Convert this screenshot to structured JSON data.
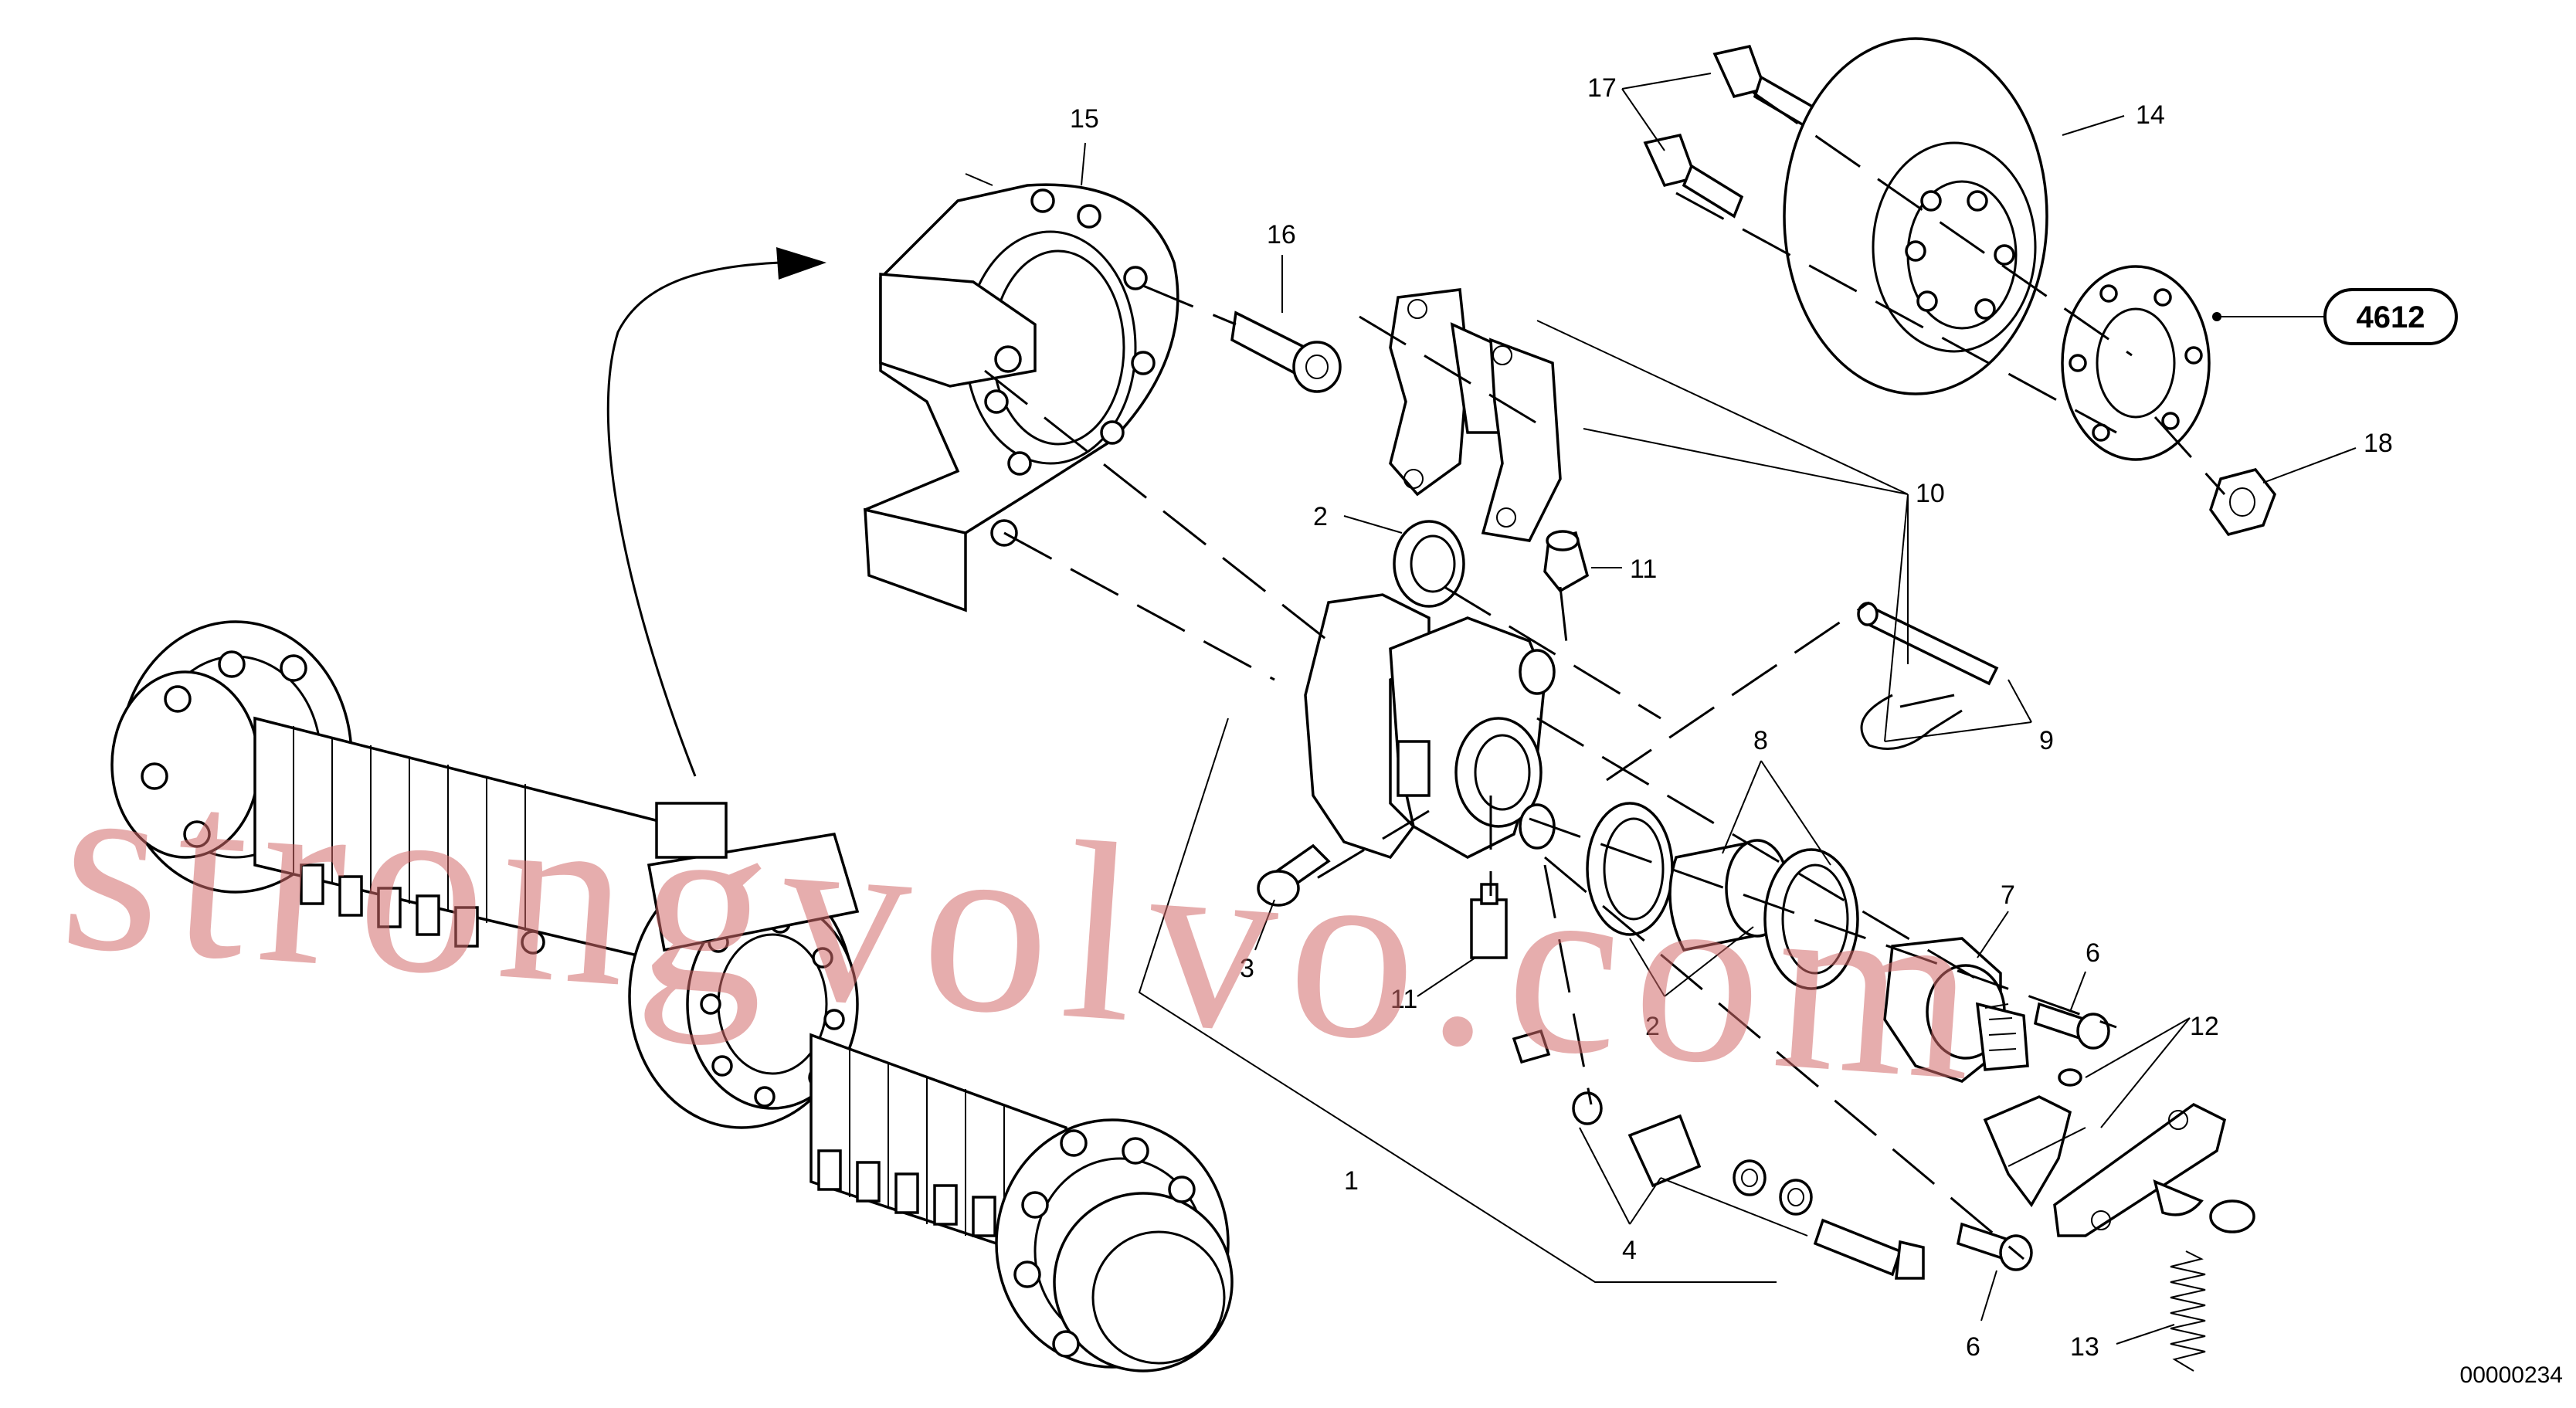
{
  "diagram": {
    "callouts": {
      "c1": "1",
      "c2a": "2",
      "c2b": "2",
      "c3": "3",
      "c4": "4",
      "c6a": "6",
      "c6b": "6",
      "c7": "7",
      "c8": "8",
      "c9": "9",
      "c10": "10",
      "c11a": "11",
      "c11b": "11",
      "c12": "12",
      "c13": "13",
      "c14": "14",
      "c15": "15",
      "c16": "16",
      "c17": "17",
      "c18": "18"
    },
    "reference_group": "4612",
    "document_number": "00000234"
  },
  "watermark": {
    "text": "strongvolvo.com",
    "color": "#d36b6b"
  }
}
